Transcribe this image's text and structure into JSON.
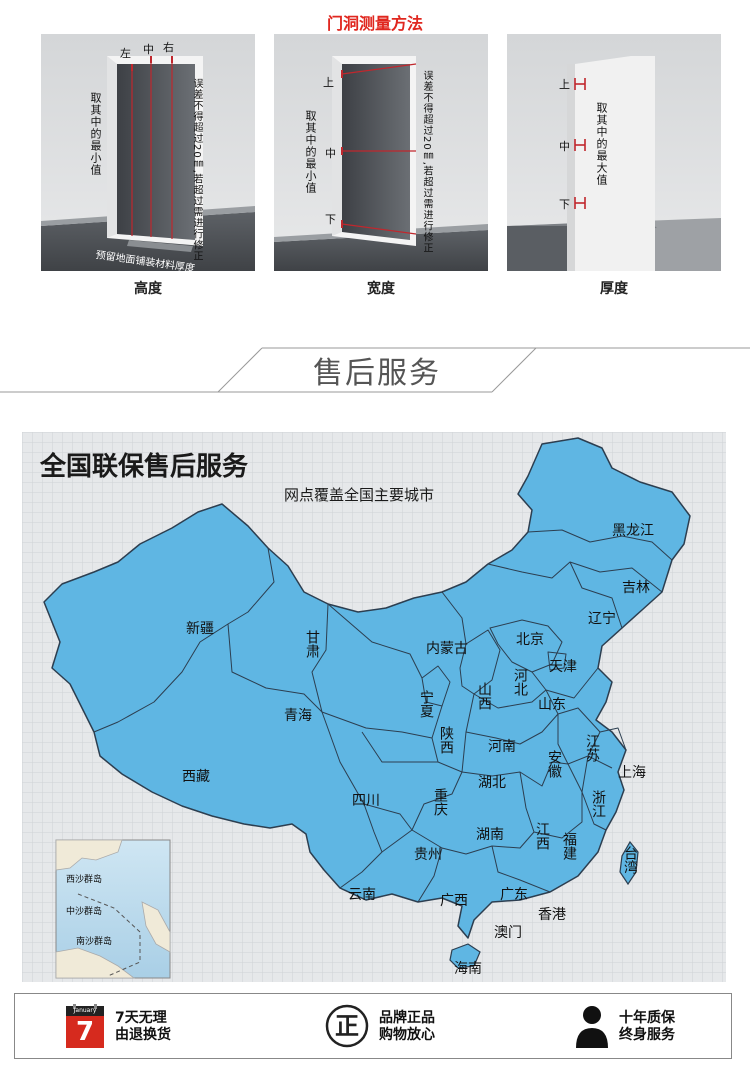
{
  "measure": {
    "title": "门洞测量方法",
    "panels": [
      {
        "caption": "高度",
        "labels": [
          "左",
          "中",
          "右"
        ],
        "left_note": "取其中的最小值",
        "right_note": "误差不得超过20㎜,若超过需进行修正",
        "bottom_note": "预留地面铺装材料厚度"
      },
      {
        "caption": "宽度",
        "labels": [
          "上",
          "中",
          "下"
        ],
        "left_note": "取其中的最小值",
        "right_note": "误差不得超过20㎜,若超过需进行修正"
      },
      {
        "caption": "厚度",
        "labels": [
          "上",
          "中",
          "下"
        ],
        "right_note": "取其中的最大值"
      }
    ]
  },
  "service": {
    "section_title": "售后服务",
    "map_title": "全国联保售后服务",
    "map_subtitle": "网点覆盖全国主要城市",
    "provinces": {
      "heilongjiang": "黑龙江",
      "jilin": "吉林",
      "liaoning": "辽宁",
      "beijing": "北京",
      "tianjin": "天津",
      "hebei": "河北",
      "shandong": "山东",
      "shanxi": "山西",
      "neimenggu": "内蒙古",
      "xinjiang": "新疆",
      "gansu": "甘肃",
      "qinghai": "青海",
      "ningxia": "宁夏",
      "shaanxi": "陕西",
      "henan": "河南",
      "jiangsu": "江苏",
      "anhui": "安徽",
      "shanghai": "上海",
      "hubei": "湖北",
      "zhejiang": "浙江",
      "xizang": "西藏",
      "sichuan": "四川",
      "chongqing": "重庆",
      "guizhou": "贵州",
      "hunan": "湖南",
      "jiangxi": "江西",
      "fujian": "福建",
      "taiwan": "台湾",
      "yunnan": "云南",
      "guangxi": "广西",
      "guangdong": "广东",
      "xianggang": "香港",
      "aomen": "澳门",
      "hainan": "海南"
    },
    "inset": {
      "xisha": "西沙群岛",
      "zhongsha": "中沙群岛",
      "nansha": "南沙群岛"
    }
  },
  "footer": [
    {
      "icon": "calendar-icon",
      "calendar_month": "January",
      "calendar_day": "7",
      "line1": "7天无理",
      "line2": "由退换货"
    },
    {
      "icon": "zheng-seal-icon",
      "seal_char": "正",
      "line1": "品牌正品",
      "line2": "购物放心"
    },
    {
      "icon": "person-icon",
      "line1": "十年质保",
      "line2": "终身服务"
    }
  ],
  "colors": {
    "accent_red": "#e0271f",
    "map_blue": "#5fb6e3",
    "grid_bg": "#e6e8ea"
  }
}
